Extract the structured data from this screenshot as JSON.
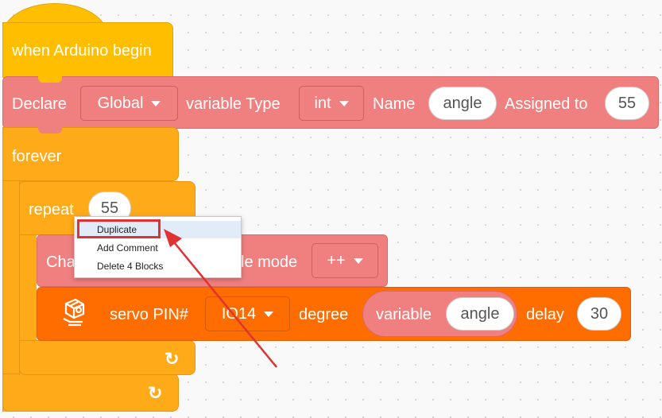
{
  "hat": {
    "label": "when Arduino begin"
  },
  "declare": {
    "label": "Declare",
    "scope": "Global",
    "type_label": "variable Type",
    "type": "int",
    "name_label": "Name",
    "name": "angle",
    "assigned_label": "Assigned to",
    "value": "55"
  },
  "forever": {
    "label": "forever"
  },
  "repeat": {
    "label": "repeat",
    "count": "55"
  },
  "change": {
    "label_left": "Cha",
    "label_right": "le mode",
    "mode": "++"
  },
  "servo": {
    "label": "servo PIN#",
    "pin": "IO14",
    "degree_label": "degree",
    "reporter_label": "variable",
    "variable": "angle",
    "delay_label": "delay",
    "delay": "30"
  },
  "context_menu": {
    "items": [
      {
        "label": "Duplicate"
      },
      {
        "label": "Add Comment"
      },
      {
        "label": "Delete 4 Blocks"
      }
    ]
  },
  "icons": {
    "loop": "loop-arrow-icon",
    "servo": "servo-motor-icon",
    "dropdown": "caret-down-icon"
  },
  "colors": {
    "event": "#ffbf00",
    "control": "#ffab19",
    "variable": "#f08080",
    "servo": "#ff6d00",
    "highlight": "#e03232"
  }
}
